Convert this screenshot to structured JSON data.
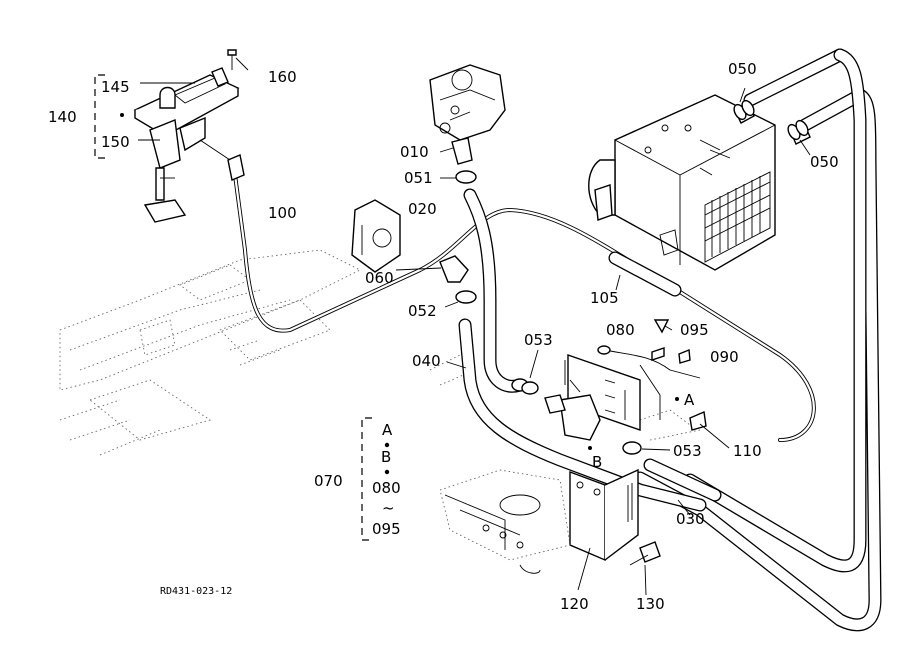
{
  "diagram": {
    "labels": {
      "p010": "010",
      "p020": "020",
      "p030": "030",
      "p040": "040",
      "p050a": "050",
      "p050b": "050",
      "p051": "051",
      "p052": "052",
      "p053a": "053",
      "p053b": "053",
      "p060": "060",
      "p070": "070",
      "p080": "080",
      "p090": "090",
      "p095": "095",
      "p100": "100",
      "p105": "105",
      "p110": "110",
      "p120": "120",
      "p130": "130",
      "p140": "140",
      "p145": "145",
      "p150": "150",
      "p160": "160",
      "markA": "A",
      "markB": "B"
    },
    "group_070": {
      "line1": "A",
      "line2": "B",
      "line3": "080",
      "tilde": "~",
      "line4": "095"
    },
    "reference": "RD431-023-12"
  }
}
